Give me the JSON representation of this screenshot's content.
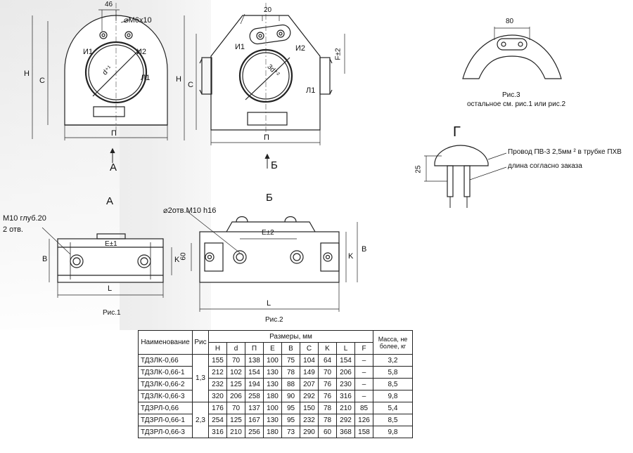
{
  "drawing": {
    "fig1": {
      "dim_46": "46",
      "dim_thread": "⌀М6х10",
      "label_i1": "И1",
      "label_i2": "И2",
      "label_l1": "Л1",
      "dim_d": "d⁺¹",
      "dim_h": "H",
      "dim_c": "C",
      "dim_p": "П",
      "view_a": "A"
    },
    "fig2": {
      "dim_20": "20",
      "label_i1": "И1",
      "label_i2": "И2",
      "label_l1": "Л1",
      "dim_d": "3d⁺²",
      "dim_f": "F±2",
      "dim_h": "H",
      "dim_c": "C",
      "dim_p": "П",
      "view_b": "Б"
    },
    "fig3": {
      "dim_80": "80",
      "caption_1": "Рис.3",
      "caption_2": "остальное см. рис.1 или рис.2"
    },
    "detail_g": {
      "title": "Г",
      "dim_25": "25",
      "note_1": "Провод ПВ-3 2,5мм ² в трубке ПХВ",
      "note_2": "длина согласно заказа"
    },
    "view_a_section": {
      "title": "A",
      "note_1": "М10 глуб.20",
      "note_2": "2 отв.",
      "dim_e": "E±1",
      "dim_b": "B",
      "dim_k": "K",
      "dim_l": "L",
      "caption": "Рис.1"
    },
    "view_b_section": {
      "title": "Б",
      "note": "⌀2отв.М10 h16",
      "dim_e": "E±2",
      "dim_60": "60",
      "dim_k": "K",
      "dim_b": "B",
      "dim_l": "L",
      "caption": "Рис.2"
    }
  },
  "table": {
    "header_name": "Наименование",
    "header_fig": "Рис",
    "header_dims": "Размеры, мм",
    "header_mass": "Масса, не более, кг",
    "columns": [
      "H",
      "d",
      "П",
      "E",
      "B",
      "C",
      "K",
      "L",
      "F"
    ],
    "rows": [
      {
        "name": "ТДЗЛК-0,66",
        "values": [
          "155",
          "70",
          "138",
          "100",
          "75",
          "104",
          "64",
          "154",
          "–"
        ],
        "mass": "3,2"
      },
      {
        "name": "ТДЗЛК-0,66-1",
        "values": [
          "212",
          "102",
          "154",
          "130",
          "78",
          "149",
          "70",
          "206",
          "–"
        ],
        "mass": "5,8"
      },
      {
        "name": "ТДЗЛК-0,66-2",
        "values": [
          "232",
          "125",
          "194",
          "130",
          "88",
          "207",
          "76",
          "230",
          "–"
        ],
        "mass": "8,5"
      },
      {
        "name": "ТДЗЛК-0,66-3",
        "values": [
          "320",
          "206",
          "258",
          "180",
          "90",
          "292",
          "76",
          "316",
          "–"
        ],
        "mass": "9,8"
      },
      {
        "name": "ТДЗРЛ-0,66",
        "values": [
          "176",
          "70",
          "137",
          "100",
          "95",
          "150",
          "78",
          "210",
          "85"
        ],
        "mass": "5,4"
      },
      {
        "name": "ТДЗРЛ-0,66-1",
        "values": [
          "254",
          "125",
          "167",
          "130",
          "95",
          "232",
          "78",
          "292",
          "126"
        ],
        "mass": "8,5"
      },
      {
        "name": "ТДЗРЛ-0,66-3",
        "values": [
          "316",
          "210",
          "256",
          "180",
          "73",
          "290",
          "60",
          "368",
          "158"
        ],
        "mass": "9,8"
      }
    ],
    "fig_group_1": "1,3",
    "fig_group_2": "2,3"
  }
}
